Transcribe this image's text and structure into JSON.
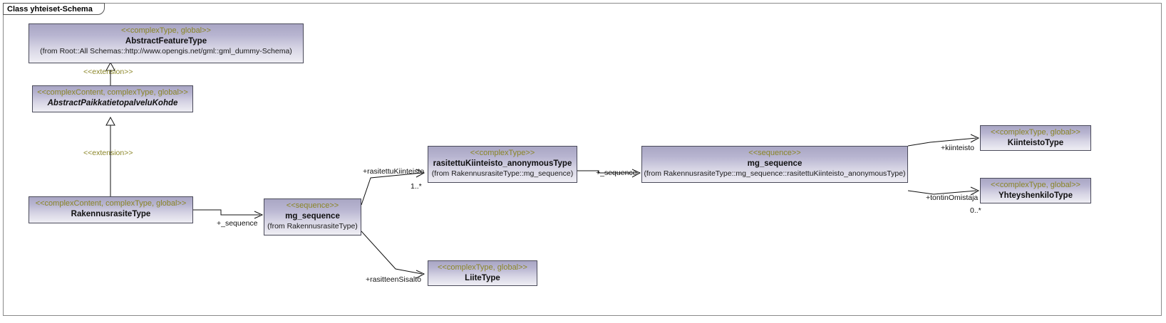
{
  "frame": {
    "title": "Class yhteiset-Schema"
  },
  "nodes": {
    "abstract_feature_type": {
      "stereotype": "<<complexType, global>>",
      "name": "AbstractFeatureType",
      "from": "(from Root::All Schemas::http://www.opengis.net/gml::gml_dummy-Schema)"
    },
    "abstract_paikkatietopalvelu_kohde": {
      "stereotype": "<<complexContent, complexType, global>>",
      "name": "AbstractPaikkatietopalveluKohde",
      "from": ""
    },
    "rakennusrasite_type": {
      "stereotype": "<<complexContent, complexType, global>>",
      "name": "RakennusrasiteType",
      "from": ""
    },
    "mg_sequence_left": {
      "stereotype": "<<sequence>>",
      "name": "mg_sequence",
      "from": "(from RakennusrasiteType)"
    },
    "rasitettu_kiinteisto_anonymous_type": {
      "stereotype": "<<complexType>>",
      "name": "rasitettuKiinteisto_anonymousType",
      "from": "(from RakennusrasiteType::mg_sequence)"
    },
    "mg_sequence_right": {
      "stereotype": "<<sequence>>",
      "name": "mg_sequence",
      "from": "(from RakennusrasiteType::mg_sequence::rasitettuKiinteisto_anonymousType)"
    },
    "kiinteisto_type": {
      "stereotype": "<<complexType, global>>",
      "name": "KiinteistoType",
      "from": ""
    },
    "yhteyshenkilo_type": {
      "stereotype": "<<complexType, global>>",
      "name": "YhteyshenkiloType",
      "from": ""
    },
    "liite_type": {
      "stereotype": "<<complexType, global>>",
      "name": "LiiteType",
      "from": ""
    }
  },
  "edges": {
    "extension_top": "<<extension>>",
    "extension_bottom": "<<extension>>",
    "sequence_left": "+_sequence",
    "rasitettu_kiinteisto_role": "+rasitettuKiinteisto",
    "rasitettu_kiinteisto_mult": "1..*",
    "sequence_right": "+_sequence",
    "kiinteisto_role": "+kiinteisto",
    "tontin_omistaja_role": "+tontinOmistaja",
    "tontin_omistaja_mult": "0..*",
    "rasitteen_sisalto_role": "+rasitteenSisalto"
  },
  "colors": {
    "node_fill_top": "#a9a6c4",
    "node_fill_bottom": "#efeef4",
    "stereotype_text": "#8a8526",
    "line": "#101010",
    "frame_border": "#8a8a8a"
  }
}
